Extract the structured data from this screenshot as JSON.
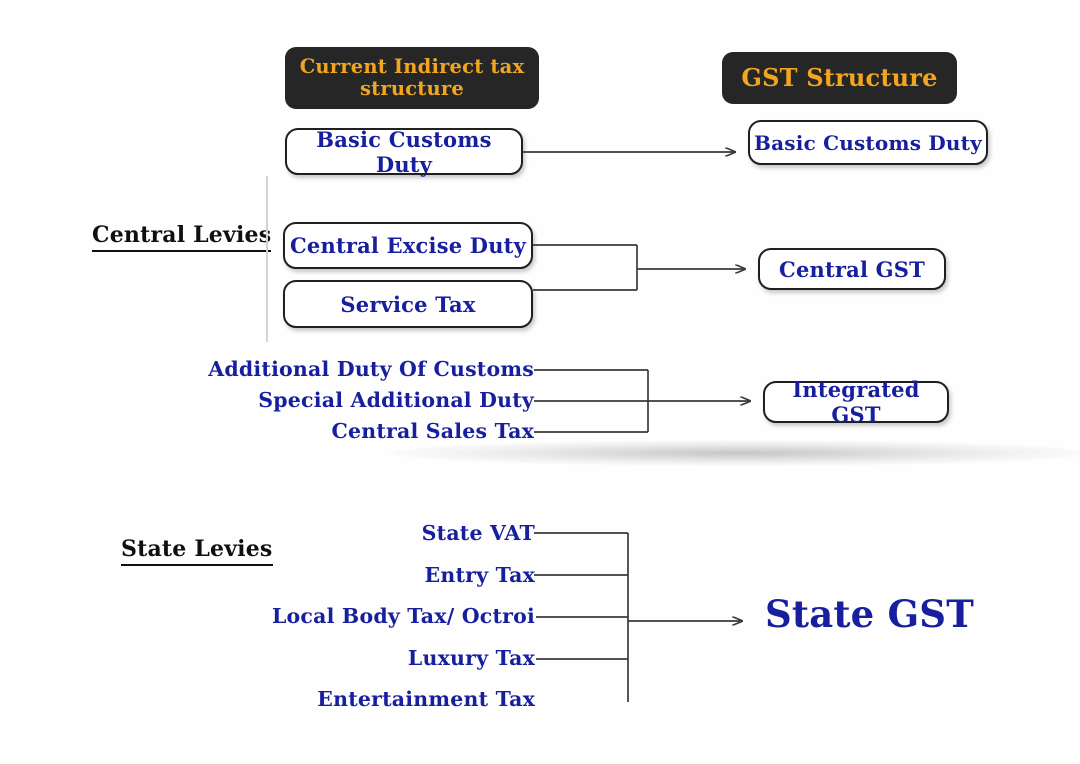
{
  "headers": {
    "left": "Current Indirect tax structure",
    "right": "GST Structure"
  },
  "captions": {
    "central": "Central Levies",
    "state": "State Levies"
  },
  "colors": {
    "banner_bg": "#262626",
    "banner_text": "#f2a51e",
    "node_text": "#171f9e",
    "node_border": "#1f1f1f",
    "caption_text": "#101010",
    "connector": "#4a4a4a",
    "divider": "#d3d3d3",
    "page_bg": "#fefefe"
  },
  "current_structure": {
    "customs": [
      {
        "label": "Basic Customs Duty"
      }
    ],
    "central_boxes": [
      {
        "label": "Central Excise Duty"
      },
      {
        "label": "Service Tax"
      }
    ],
    "central_plain": [
      {
        "label": "Additional Duty Of Customs"
      },
      {
        "label": "Special Additional Duty"
      },
      {
        "label": "Central Sales Tax"
      }
    ],
    "state_plain": [
      {
        "label": "State VAT"
      },
      {
        "label": "Entry Tax"
      },
      {
        "label": "Local Body Tax/ Octroi"
      },
      {
        "label": "Luxury Tax"
      },
      {
        "label": "Entertainment Tax"
      }
    ]
  },
  "gst_structure": {
    "outputs": [
      {
        "label": "Basic Customs Duty",
        "style": "box"
      },
      {
        "label": "Central GST",
        "style": "box"
      },
      {
        "label": "Integrated GST",
        "style": "box"
      },
      {
        "label": "State GST",
        "style": "plain-large"
      }
    ]
  }
}
